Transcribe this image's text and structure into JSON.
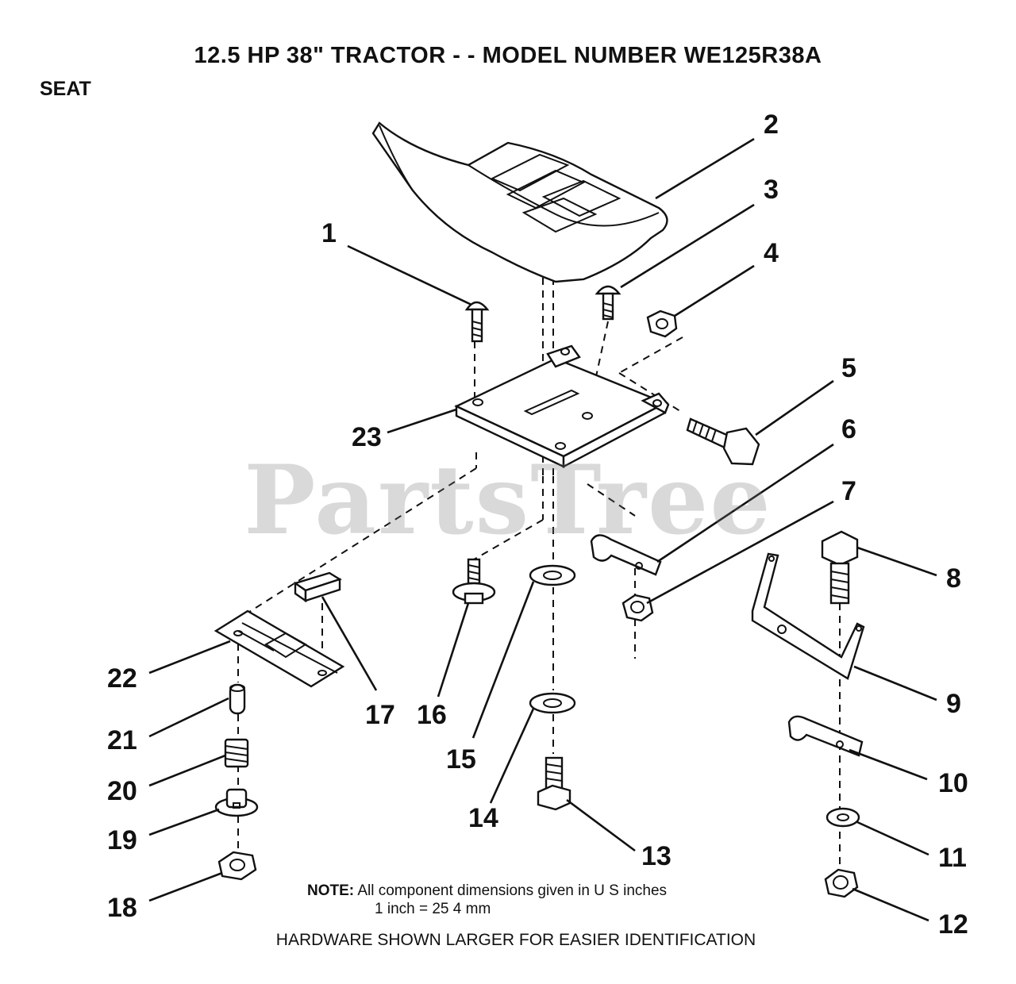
{
  "header": {
    "title": "12.5 HP 38\" TRACTOR - - MODEL NUMBER WE125R38A",
    "section": "SEAT"
  },
  "watermark": "PartsTree",
  "callouts": [
    "1",
    "2",
    "3",
    "4",
    "5",
    "6",
    "7",
    "8",
    "9",
    "10",
    "11",
    "12",
    "13",
    "14",
    "15",
    "16",
    "17",
    "18",
    "19",
    "20",
    "21",
    "22",
    "23"
  ],
  "note": {
    "label": "NOTE:",
    "line1": "All component dimensions given in U S  inches",
    "line2": "1 inch = 25 4 mm"
  },
  "footer": "HARDWARE SHOWN LARGER FOR EASIER IDENTIFICATION"
}
